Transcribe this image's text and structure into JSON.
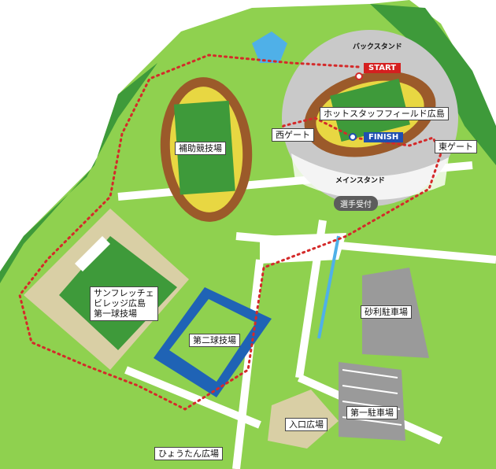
{
  "labels": {
    "back_stand": "バックスタンド",
    "start": "START",
    "main_stadium": "ホットスタッフフィールド広島",
    "finish": "FINISH",
    "west_gate": "西ゲート",
    "east_gate": "東ゲート",
    "main_stand": "メインスタンド",
    "reception": "選手受付",
    "aux_stadium": "補助競技場",
    "sanfrecce_field": "サンフレッチェ\nビレッジ広島\n第一球技場",
    "second_field": "第二球技場",
    "gravel_parking": "砂利駐車場",
    "first_parking": "第一駐車場",
    "entrance_plaza": "入口広場",
    "hyoutan_plaza": "ひょうたん広場"
  },
  "colors": {
    "route": "#d42a2a",
    "grass_light": "#8fd14f",
    "grass_dark": "#3e9a3a",
    "stadium_gray": "#c9c9c9",
    "parking_gray": "#9a9a9a",
    "track_brown": "#9b5a2a",
    "field_yellow": "#e8d742",
    "court_blue": "#1f63b5",
    "pond_blue": "#4fb0e8",
    "plaza_tan": "#d9cfa5"
  },
  "icons": {
    "start_marker": "red-dot",
    "finish_marker": "blue-dot"
  }
}
